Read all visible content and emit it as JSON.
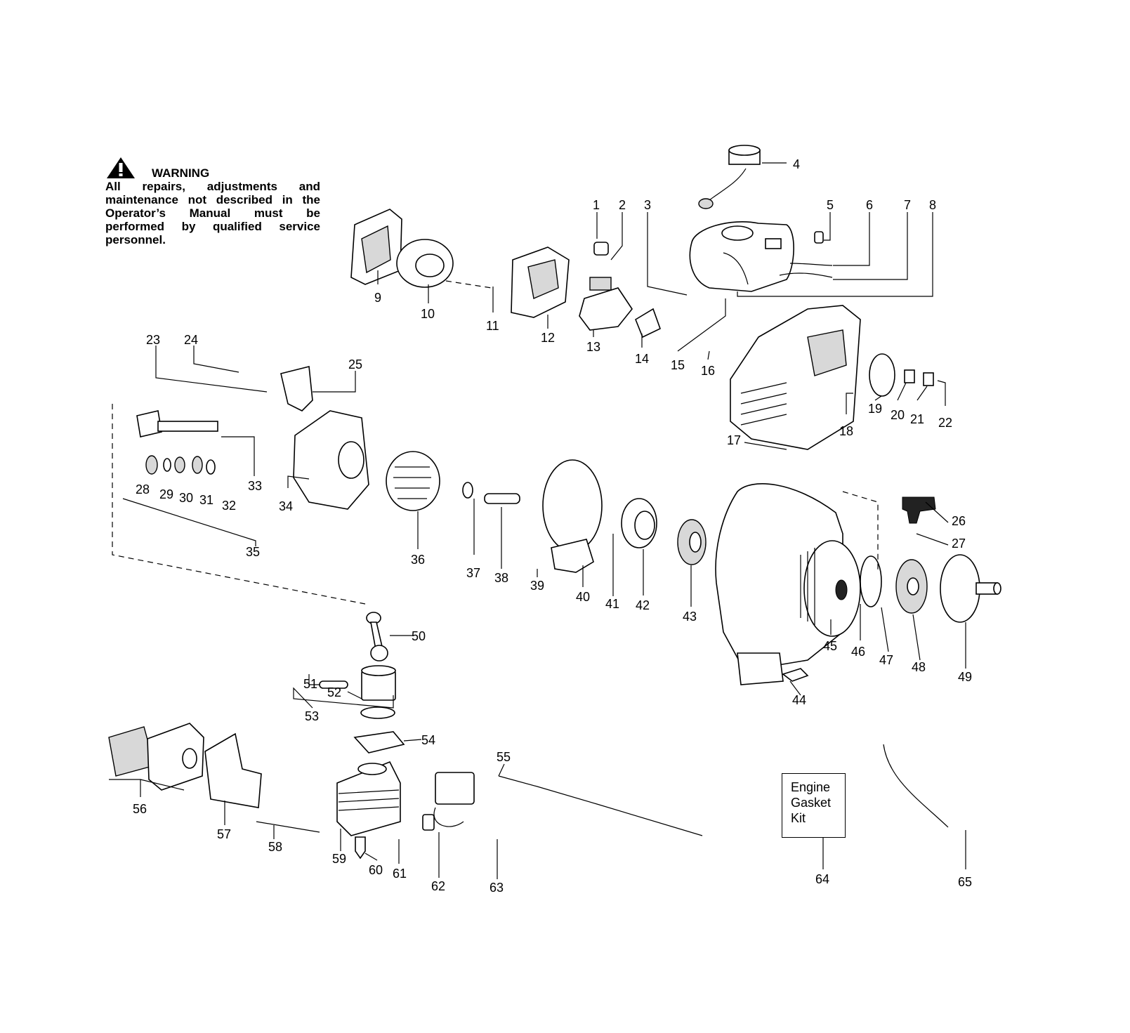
{
  "warning": {
    "title": "WARNING",
    "text": "All repairs, adjustments and maintenance not described in the Operator’s Manual must be performed by qualified service personnel.",
    "icon": "warning-triangle-icon"
  },
  "kit_box": {
    "line1": "Engine",
    "line2": "Gasket",
    "line3": "Kit"
  },
  "callouts": [
    "1",
    "2",
    "3",
    "4",
    "5",
    "6",
    "7",
    "8",
    "9",
    "10",
    "11",
    "12",
    "13",
    "14",
    "15",
    "16",
    "17",
    "18",
    "19",
    "20",
    "21",
    "22",
    "23",
    "24",
    "25",
    "26",
    "27",
    "28",
    "29",
    "30",
    "31",
    "32",
    "33",
    "34",
    "35",
    "36",
    "37",
    "38",
    "39",
    "40",
    "41",
    "42",
    "43",
    "44",
    "45",
    "46",
    "47",
    "48",
    "49",
    "50",
    "51",
    "52",
    "53",
    "54",
    "55",
    "56",
    "57",
    "58",
    "59",
    "60",
    "61",
    "62",
    "63",
    "64",
    "65"
  ]
}
